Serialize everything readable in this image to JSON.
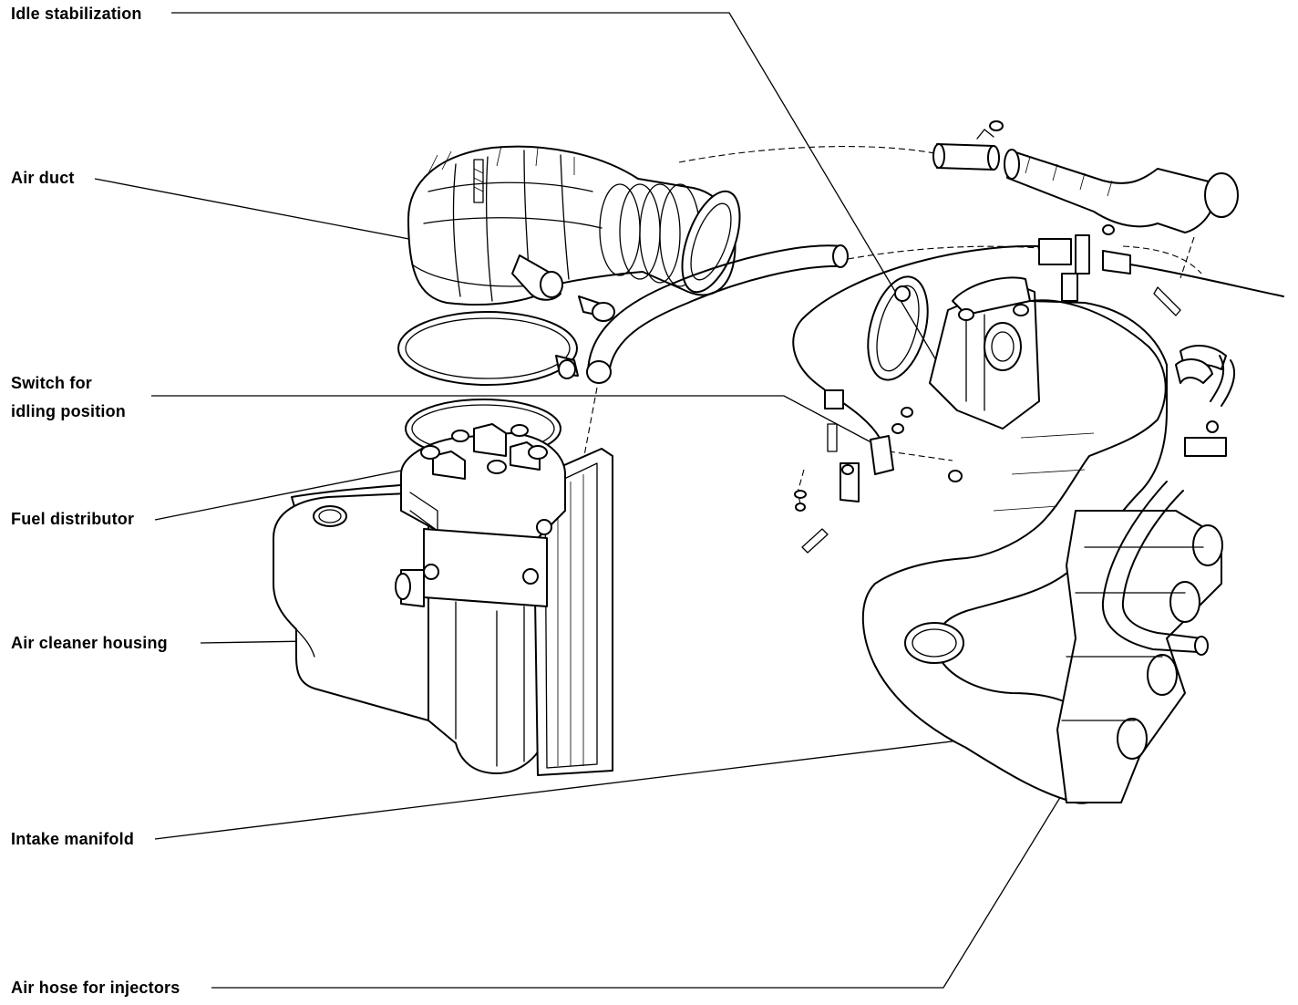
{
  "labels": {
    "idle_stabilization": "Idle stabilization",
    "air_duct": "Air duct",
    "switch_line1": "Switch for",
    "switch_line2": "idling position",
    "fuel_distributor": "Fuel distributor",
    "air_cleaner_housing": "Air cleaner housing",
    "intake_manifold": "Intake manifold",
    "air_hose_injectors": "Air hose for injectors"
  }
}
